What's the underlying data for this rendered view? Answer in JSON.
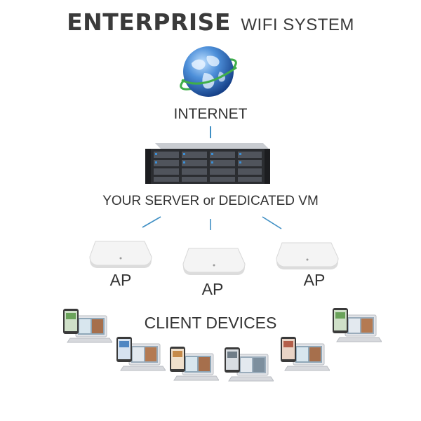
{
  "title": {
    "main": "ENTERPRISE",
    "sub": "WIFI SYSTEM"
  },
  "labels": {
    "internet": "INTERNET",
    "server": "YOUR SERVER or DEDICATED VM",
    "ap": [
      "AP",
      "AP",
      "AP"
    ],
    "clients": "CLIENT DEVICES"
  },
  "colors": {
    "connector": "#3f8fc4",
    "text": "#333333",
    "globe_ocean": "#2f6fc0",
    "globe_ring": "#3fae49"
  },
  "icons": {
    "globe": "globe-icon",
    "server": "rack-server-icon",
    "access_point": "wifi-access-point-icon",
    "client": "laptop-tablet-icon"
  }
}
